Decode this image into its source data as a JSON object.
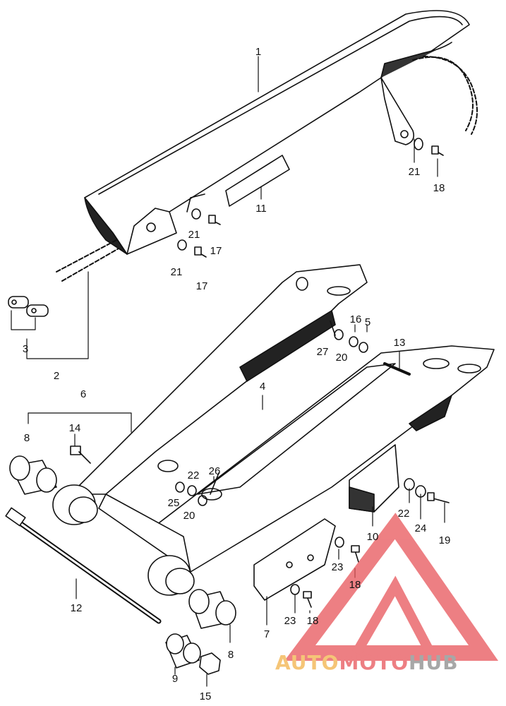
{
  "callouts": {
    "c1": "1",
    "c2": "2",
    "c3": "3",
    "c4": "4",
    "c5": "5",
    "c6": "6",
    "c7": "7",
    "c8a": "8",
    "c8b": "8",
    "c9": "9",
    "c10": "10",
    "c11": "11",
    "c12": "12",
    "c13": "13",
    "c14": "14",
    "c15": "15",
    "c16": "16",
    "c17a": "17",
    "c17b": "17",
    "c18a": "18",
    "c18b": "18",
    "c18c": "18",
    "c19": "19",
    "c20a": "20",
    "c20b": "20",
    "c21a": "21",
    "c21b": "21",
    "c21c": "21",
    "c22a": "22",
    "c22b": "22",
    "c23a": "23",
    "c23b": "23",
    "c24": "24",
    "c25": "25",
    "c26": "26",
    "c27": "27"
  },
  "watermark": {
    "part1": "AUTO",
    "part2": "MOTO",
    "part3": "HUB",
    "colors": {
      "part1": "#f2b24a",
      "part2": "#e8555a",
      "part3": "#8a8a8a",
      "triangle": "#e8555a"
    }
  }
}
